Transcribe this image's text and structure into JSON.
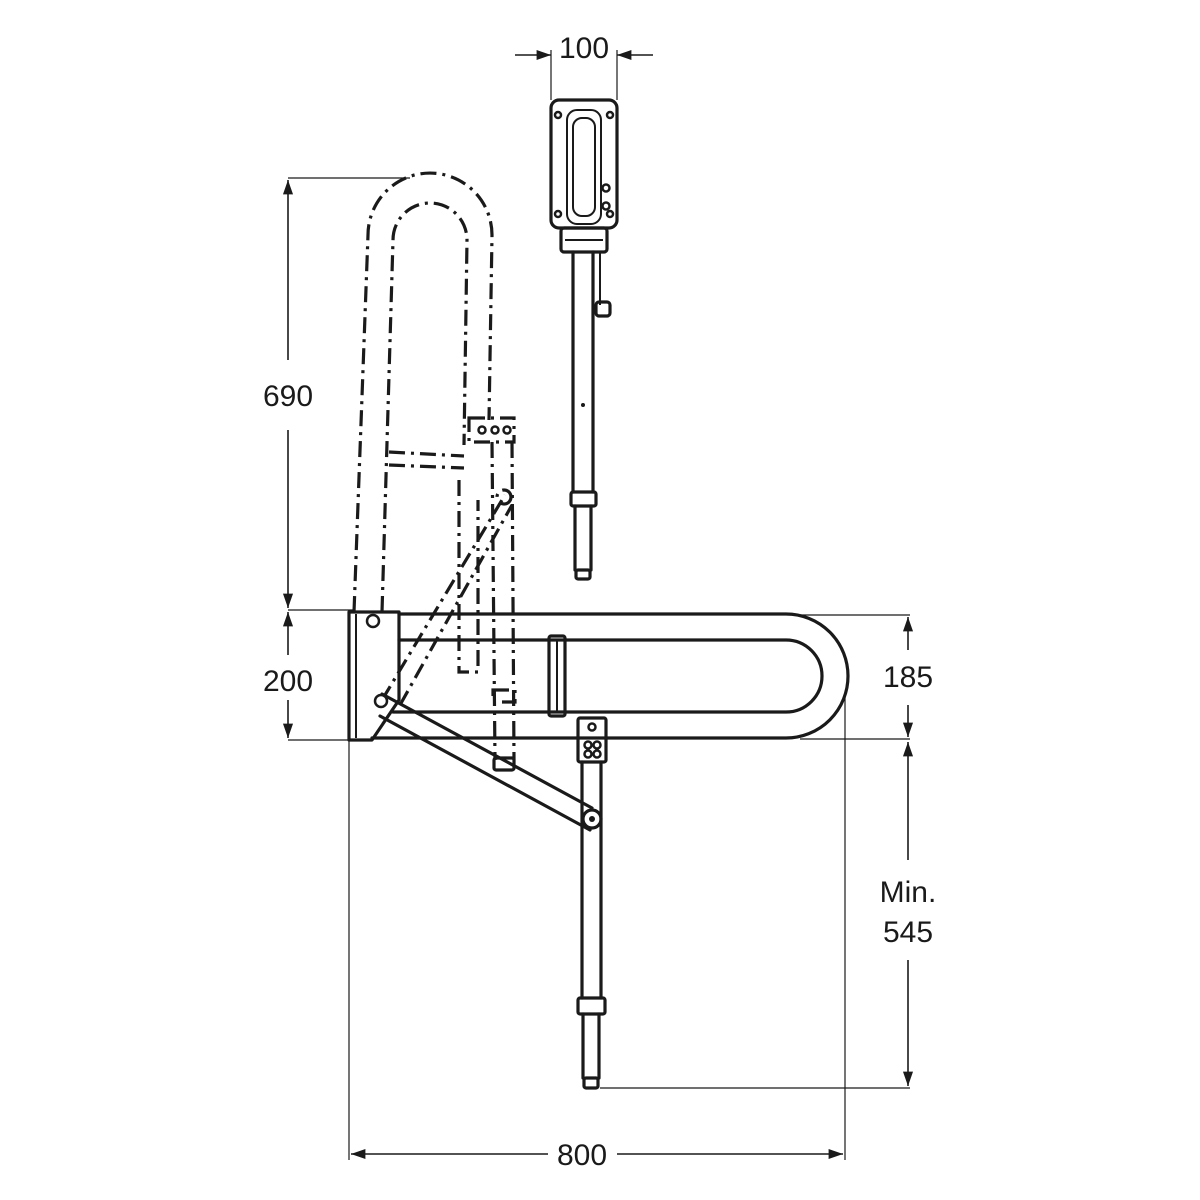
{
  "dimensions": {
    "top_width": "100",
    "raised_height": "690",
    "plate_height": "200",
    "bar_height": "185",
    "leg_label_line1": "Min.",
    "leg_label_line2": "545",
    "overall_length": "800"
  },
  "colors": {
    "line": "#1a1a1a",
    "background": "#ffffff"
  }
}
